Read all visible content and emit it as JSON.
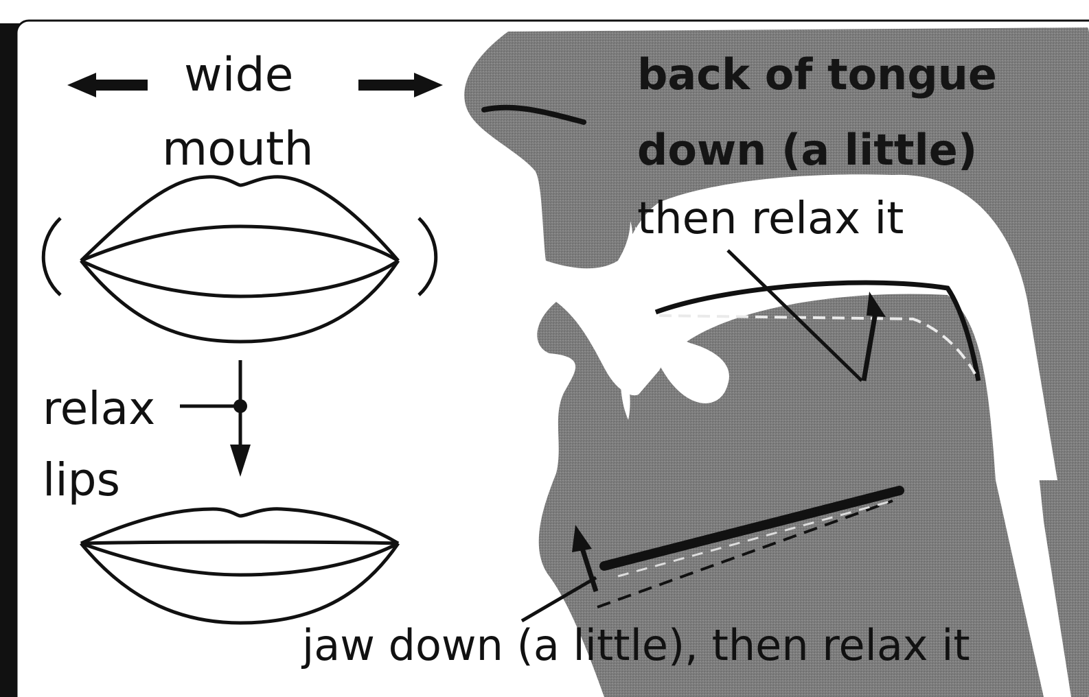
{
  "colors": {
    "background": "#ffffff",
    "frame": "#111111",
    "head": "#7d7d7d",
    "ink": "#111111"
  },
  "labels": {
    "wide": "wide",
    "mouth": "mouth",
    "relax": "relax",
    "lips": "lips",
    "tongue_line1": "back of tongue",
    "tongue_line2": "down (a little)",
    "tongue_line3": "then relax it",
    "jaw_line": "jaw down (a little), then relax it"
  },
  "icons": [
    "arrow-left-icon",
    "arrow-right-icon",
    "arrow-down-icon",
    "arrow-up-icon"
  ]
}
